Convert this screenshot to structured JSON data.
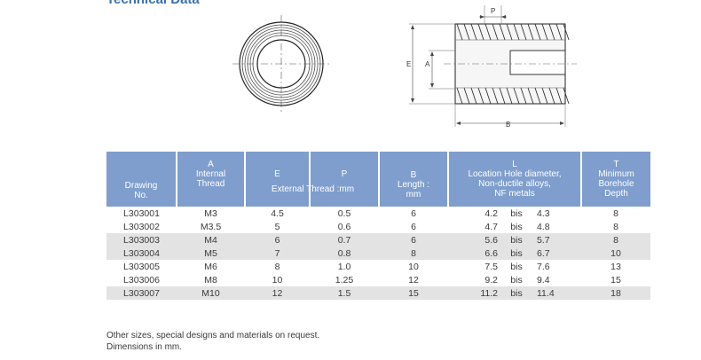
{
  "section_title": "Technical Data",
  "drawing_labels": {
    "p": "P",
    "e": "E",
    "a": "A",
    "b": "B"
  },
  "table": {
    "headers": {
      "drawing_no": [
        "Drawing",
        "No."
      ],
      "a": [
        "A",
        "Internal",
        "Thread"
      ],
      "e": "E",
      "p": "P",
      "external_thread": "External Thread :mm",
      "b": [
        "B",
        "Length :",
        "mm"
      ],
      "l": [
        "L",
        "Location Hole diameter,",
        "Non-ductile alloys,",
        "NF metals"
      ],
      "t": [
        "T",
        "Minimum",
        "Borehole",
        "Depth"
      ]
    },
    "rows": [
      {
        "no": "L303001",
        "a": "M3",
        "e": "4.5",
        "p": "0.5",
        "b": "6",
        "l_from": "4.2",
        "bis": "bis",
        "l_to": "4.3",
        "t": "8",
        "shaded": false
      },
      {
        "no": "L303002",
        "a": "M3.5",
        "e": "5",
        "p": "0.6",
        "b": "6",
        "l_from": "4.7",
        "bis": "bis",
        "l_to": "4.8",
        "t": "8",
        "shaded": false
      },
      {
        "no": "L303003",
        "a": "M4",
        "e": "6",
        "p": "0.7",
        "b": "6",
        "l_from": "5.6",
        "bis": "bis",
        "l_to": "5.7",
        "t": "8",
        "shaded": true
      },
      {
        "no": "L303004",
        "a": "M5",
        "e": "7",
        "p": "0.8",
        "b": "8",
        "l_from": "6.6",
        "bis": "bis",
        "l_to": "6.7",
        "t": "10",
        "shaded": true
      },
      {
        "no": "L303005",
        "a": "M6",
        "e": "8",
        "p": "1.0",
        "b": "10",
        "l_from": "7.5",
        "bis": "bis",
        "l_to": "7.6",
        "t": "13",
        "shaded": false
      },
      {
        "no": "L303006",
        "a": "M8",
        "e": "10",
        "p": "1.25",
        "b": "12",
        "l_from": "9.2",
        "bis": "bis",
        "l_to": "9.4",
        "t": "15",
        "shaded": false
      },
      {
        "no": "L303007",
        "a": "M10",
        "e": "12",
        "p": "1.5",
        "b": "15",
        "l_from": "11.2",
        "bis": "bis",
        "l_to": "11.4",
        "t": "18",
        "shaded": true
      }
    ]
  },
  "notes": [
    "Other sizes, special designs and materials on request.",
    "Dimensions in mm."
  ],
  "colors": {
    "header_bg": "#7f9ecd",
    "shaded_row": "#e3e3e3",
    "title": "#3b6fb1"
  }
}
